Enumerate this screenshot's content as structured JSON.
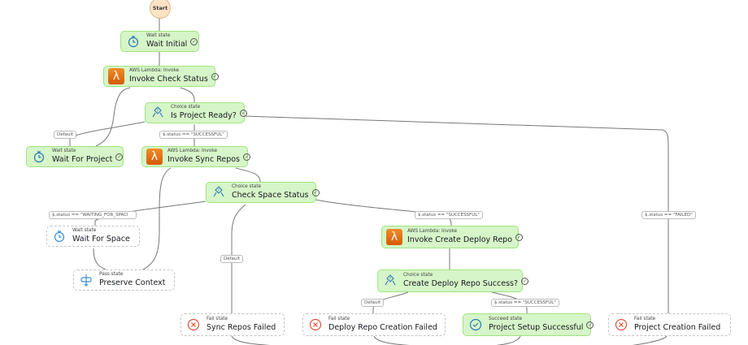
{
  "start_label": "Start",
  "nodes": [
    {
      "kind": "Wait state",
      "name": "Wait Initial"
    },
    {
      "kind": "AWS Lambda: Invoke",
      "name": "Invoke Check Status"
    },
    {
      "kind": "Choice state",
      "name": "Is Project Ready?"
    },
    {
      "kind": "Wait state",
      "name": "Wait For Project"
    },
    {
      "kind": "AWS Lambda: Invoke",
      "name": "Invoke Sync Repos"
    },
    {
      "kind": "Choice state",
      "name": "Check Space Status"
    },
    {
      "kind": "Wait state",
      "name": "Wait For Space"
    },
    {
      "kind": "Pass state",
      "name": "Preserve Context"
    },
    {
      "kind": "Fail state",
      "name": "Sync Repos Failed"
    },
    {
      "kind": "Fail state",
      "name": "Deploy Repo Creation Failed"
    },
    {
      "kind": "AWS Lambda: Invoke",
      "name": "Invoke Create Deploy Repo"
    },
    {
      "kind": "Choice state",
      "name": "Create Deploy Repo Success?"
    },
    {
      "kind": "Succeed state",
      "name": "Project Setup Successful"
    },
    {
      "kind": "Fail state",
      "name": "Project Creation Failed"
    }
  ],
  "edge_labels": [
    "Default",
    "$.status == \"SUCCESSFUL\"",
    "$.status == \"WAITING_FOR_SPACI",
    "Default",
    "$.status == \"SUCCESSFUL\"",
    "$.status == \"FAILED\"",
    "Default",
    "$.status == \"SUCCESSFUL\""
  ],
  "colors": {
    "success_fill": "#d6f5c8",
    "success_border": "#9ee57f",
    "lambda": "#e8700f",
    "fail": "#e0533d",
    "icon_blue": "#2a7ab8"
  }
}
